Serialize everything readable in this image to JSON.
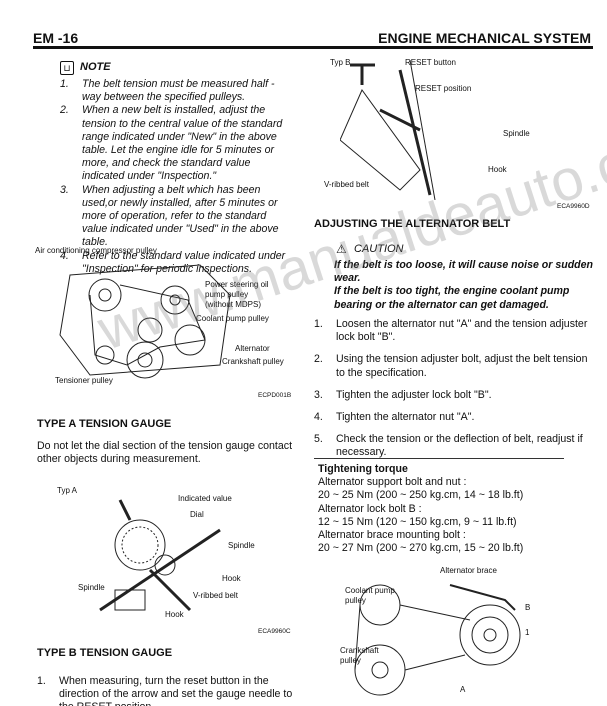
{
  "header": {
    "page": "EM -16",
    "section": "ENGINE MECHANICAL SYSTEM"
  },
  "note": {
    "title": "NOTE",
    "items": [
      "The belt tension must be measured half - way between the specified pulleys.",
      "When a new belt is installed, adjust the tension to the central value of the standard range indicated under \"New\" in the above table.  Let the engine idle for 5 minutes or more, and check the standard value indicated under \"Inspection.\"",
      "When adjusting a belt which has been used,or newly installed, after 5 minutes or more of operation, refer to the standard value indicated under \"Used\" in the above table.",
      "Refer to the standard value indicated under \"Inspection\" for periodic inspections."
    ]
  },
  "fig1": {
    "labels": [
      "Air conditioning compressor pulley",
      "Power steering oil",
      "pump pulley",
      "(without MDPS)",
      "Coolant pump pulley",
      "Alternator",
      "Crankshaft pulley",
      "Tensioner pulley"
    ],
    "code": "ECPD001B"
  },
  "typeA": {
    "heading": "TYPE A TENSION GAUGE",
    "text": "Do not let the dial section of the tension gauge contact other objects during measurement.",
    "labels": [
      "Typ A",
      "Indicated value",
      "Dial",
      "Spindle",
      "Hook",
      "Spindle",
      "V-ribbed belt",
      "Hook"
    ],
    "code": "ECA9960C"
  },
  "typeB": {
    "heading": "TYPE B TENSION GAUGE",
    "items": [
      "When measuring, turn the reset button in the direction of the arrow and set the gauge needle to the RESET position."
    ]
  },
  "fig2": {
    "labels": [
      "Typ B",
      "RESET button",
      "RESET position",
      "Spindle",
      "Hook",
      "V-ribbed belt"
    ],
    "code": "ECA9960D"
  },
  "alt": {
    "heading": "ADJUSTING THE ALTERNATOR BELT",
    "caution_title": "CAUTION",
    "caution": [
      "If the belt is too loose, it will cause noise or sudden wear.",
      "If the belt is too tight, the engine coolant pump bearing or the alternator can get damaged."
    ],
    "items": [
      "Loosen the alternator nut \"A\" and the tension adjuster lock bolt \"B\".",
      "Using the tension adjuster bolt, adjust the belt tension to the specification.",
      "Tighten the adjuster lock bolt \"B\".",
      "Tighten the alternator nut \"A\".",
      "Check the tension or the deflection of belt, readjust if necessary."
    ]
  },
  "torque": {
    "title": "Tightening torque",
    "lines": [
      "Alternator support bolt and nut :",
      "20 ~ 25 Nm (200 ~ 250 kg.cm, 14 ~ 18 lb.ft)",
      "Alternator lock bolt B :",
      "12 ~ 15 Nm (120 ~ 150 kg.cm, 9 ~ 11 lb.ft)",
      "Alternator brace mounting bolt :",
      "20 ~ 27 Nm (200 ~ 270 kg.cm, 15 ~ 20 lb.ft)"
    ]
  },
  "fig3": {
    "labels": [
      "Alternator brace",
      "Coolant pump",
      "pulley",
      "B",
      "1",
      "Crankshaft",
      "pulley",
      "A"
    ]
  },
  "watermark": "www.manualdeauto.com"
}
